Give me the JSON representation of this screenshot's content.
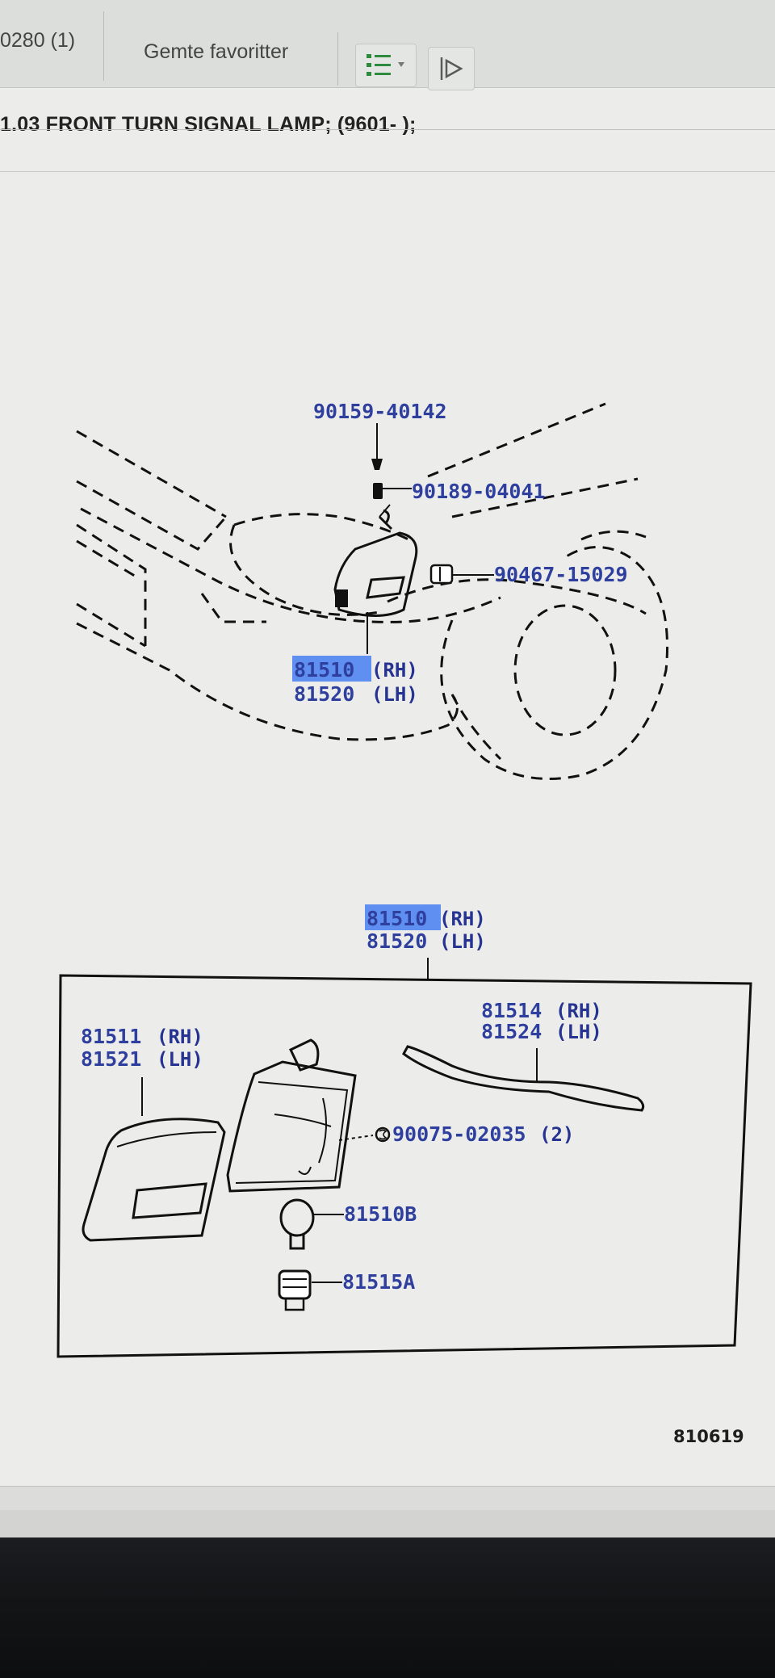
{
  "header": {
    "tab_partial": "0280 (1)",
    "tab_favorites": "Gemte favoritter"
  },
  "page_title": "1.03 FRONT TURN SIGNAL LAMP; (9601- );",
  "overview": {
    "callout_1": "90159-40142",
    "callout_2": "90189-04041",
    "callout_3": "90467-15029",
    "lamp_rh_num": "81510",
    "lamp_rh_suffix": "(RH)",
    "lamp_lh_num": "81520",
    "lamp_lh_suffix": "(LH)"
  },
  "detail": {
    "assy_rh_num": "81510",
    "assy_rh_suffix": "(RH)",
    "assy_lh_num": "81520",
    "assy_lh_suffix": "(LH)",
    "lens_rh": "81511",
    "lens_rh_suffix": "(RH)",
    "lens_lh": "81521",
    "lens_lh_suffix": "(LH)",
    "gasket_rh": "81514",
    "gasket_rh_suffix": "(RH)",
    "gasket_lh": "81524",
    "gasket_lh_suffix": "(LH)",
    "screw": "90075-02035",
    "screw_qty": "(2)",
    "bulb": "81510B",
    "socket": "81515A"
  },
  "figure_ref": "810619",
  "colors": {
    "part_number": "#2f3f9e",
    "highlight": "#5f8ff0"
  },
  "icons": [
    "list-view-icon",
    "sort-icon"
  ]
}
